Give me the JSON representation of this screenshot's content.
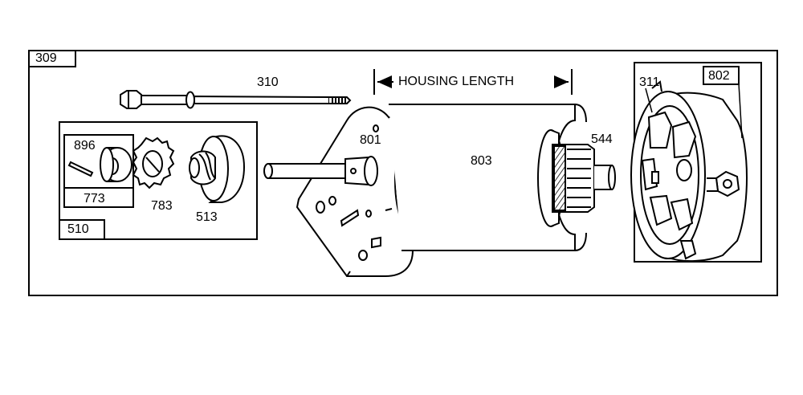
{
  "diagram": {
    "assembly_number": "309",
    "dimension_label": "HOUSING LENGTH",
    "parts": {
      "bolt": "310",
      "drive_group": "510",
      "drive_sub_group": "773",
      "pin": "896",
      "gear": "783",
      "pinion": "513",
      "drive_end_cap": "801",
      "housing": "803",
      "armature": "544",
      "end_cap_assembly": "802",
      "brush": "311"
    }
  }
}
